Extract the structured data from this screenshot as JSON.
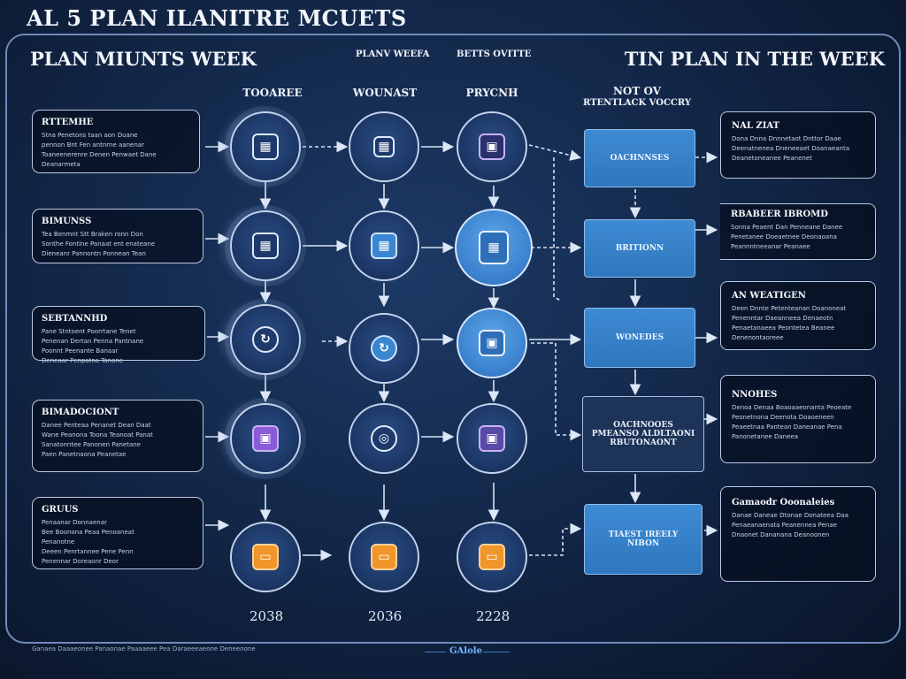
{
  "header": {
    "title": "AL 5 PLAN ILANITRE MCUETS",
    "left": "PLAN MIUNTS WEEK",
    "center_a": "PLANV WEEFA",
    "center_b": "BETTS OVITTE",
    "right": "TIN PLAN IN THE WEEK"
  },
  "columns": {
    "col1": "TOOAREE",
    "col2": "WOUNAST",
    "col3": "PRYCNH",
    "col4_line1": "NOT OV",
    "col4_line2": "RTENTLACK VOCCRY"
  },
  "left_boxes": [
    {
      "title": "RTTEMHE",
      "lines": [
        "Stna Penetons taan aon Duane",
        "pennon Bnt Fen antnrne aanenar",
        "Toaneenerenre Denen Penwaet Dane",
        "Deanarmeta"
      ]
    },
    {
      "title": "BIMUNSS",
      "lines": [
        "Tea Benmnt Stt Braken ronn Don",
        "Sonthe Fontine Panaat ent enateane",
        "Dieneanr Pannontn Ponnean Tean"
      ]
    },
    {
      "title": "SEBTANNHD",
      "lines": [
        "Pane Stntoent Poorrtane Tenet",
        "Penenan Dertan Penna Pantnane",
        "Poonnt Peenante Banaar",
        "Deneaar Penpatna Tanone"
      ]
    },
    {
      "title": "BIMADOCIONT",
      "lines": [
        "Danee Penteaa Penanet Dean Daat",
        "Wane Peanona Toona Teanoat Panat",
        "Sanatonntee Panonen Panetane",
        "Paen Panetnaona Peanetae"
      ]
    },
    {
      "title": "GRUUS",
      "lines": [
        "Penaanar Donnaenar",
        "Bee Boonona Peaa Penoaneat",
        "Penanotne",
        "Deeen Penrtannee Pene Penn",
        "Penennar Doreaonr Deor"
      ]
    }
  ],
  "right_boxes": [
    {
      "title": "NAL ZIAT",
      "lines": [
        "Dona Dnna Dnnnetaot Dnttor Daae",
        "Deenatnenea Dneneeaet Doanaeanta",
        "Deanetoneanee Peanenet"
      ]
    },
    {
      "title": "RBABEER IBROMD",
      "lines": [
        "Sonna Peaent Dan Penneane Danee",
        "Penetanee Doeaetnee Deonaoana",
        "Peannntneeanar Peanaee"
      ]
    },
    {
      "title": "AN WEATIGEN",
      "lines": [
        "Deen Dnnte Petenteanan Doanoneat",
        "Penenntar Daeanneea Denaeotn",
        "Penaetanaeea Peontetea Beanee",
        "Denenontaoreee"
      ]
    },
    {
      "title": "NNOHES",
      "lines": [
        "Denoa Denaa Boaoaaeonanta Peoeate",
        "Peonetnona Deenota Doaoeneen",
        "Peaeetnaa Pantean Daneanae Pena",
        "Panonetanee Daneea"
      ]
    },
    {
      "title": "Gamaodr Ooonaleies",
      "lines": [
        "Danae Daneae Dtonae Donateea Daa",
        "Penaeanaenata Peanennea Penae",
        "Dnaonet Dananana Deanoonen"
      ]
    }
  ],
  "flow_boxes": [
    {
      "lines": [
        "OACHNNSES"
      ]
    },
    {
      "lines": [
        "BRITIONN"
      ]
    },
    {
      "lines": [
        "WONEDES"
      ]
    },
    {
      "lines": [
        "OACHNOOES",
        "PMEANSO ALDLTAONI",
        "RBUTONAONT"
      ]
    },
    {
      "lines": [
        "TIAEST IREELY",
        "NIBON"
      ]
    }
  ],
  "years": [
    "2038",
    "2036",
    "2228"
  ],
  "footer": {
    "note": "Ganaea Daaaeonee Panaonae Paaaaeee Pea Daraeeeaeone Deneenone",
    "logo": "GAlole"
  },
  "colors": {
    "accent_blue": "#3a86d0",
    "purple": "#8a5bd8",
    "orange": "#f0952a",
    "frame": "#6f8bb8"
  },
  "icons": {
    "r1": [
      "grid-icon",
      "grid-icon",
      "app-icon"
    ],
    "r2": [
      "grid-icon",
      "grid-icon",
      "grid-icon"
    ],
    "r3": [
      "refresh-icon",
      "refresh-icon",
      "app-icon"
    ],
    "r4": [
      "app-icon",
      "target-icon",
      "app-icon"
    ],
    "r5": [
      "folder-icon",
      "folder-icon",
      "folder-icon"
    ]
  }
}
